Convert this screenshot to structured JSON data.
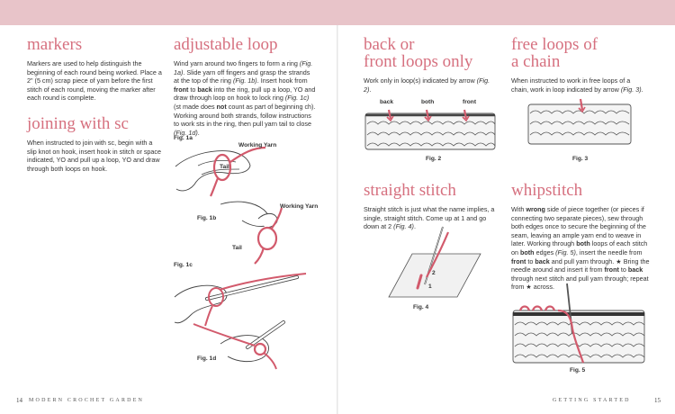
{
  "left_page": {
    "markers": {
      "title": "markers",
      "body": "Markers are used to help distinguish the beginning of each round being worked. Place a 2\" (5 cm) scrap piece of yarn before the first stitch of each round, moving the marker after each round is complete."
    },
    "joining": {
      "title": "joining with sc",
      "body": "When instructed to join with sc, begin with a slip knot on hook, insert hook in stitch or space indicated, YO and pull up a loop, YO and draw through both loops on hook."
    },
    "adjustable": {
      "title": "adjustable loop",
      "body_parts": [
        "Wind yarn around two fingers to form a ring ",
        "(Fig. 1a)",
        ". Slide yarn off fingers and grasp the strands at the top of the ring ",
        "(Fig. 1b)",
        ". Insert hook from ",
        "front",
        " to ",
        "back",
        " into the ring, pull up a loop, YO and draw through loop on hook to lock ring ",
        "(Fig. 1c)",
        " (st made does ",
        "not",
        " count as part of beginning ch). Working around both strands, follow instructions to work sts in the ring, then pull yarn tail to close ",
        "(Fig. 1d)",
        "."
      ],
      "fig1a": "Fig. 1a",
      "fig1b": "Fig. 1b",
      "fig1c": "Fig. 1c",
      "fig1d": "Fig. 1d",
      "working_yarn": "Working Yarn",
      "tail": "Tail"
    },
    "footer": {
      "page_number": "14",
      "running_head": "MODERN CROCHET GARDEN"
    }
  },
  "right_page": {
    "back_front": {
      "title_line1": "back or",
      "title_line2": "front loops only",
      "body_parts": [
        "Work only in loop(s) indicated by arrow ",
        "(Fig. 2)",
        "."
      ],
      "label_back": "back",
      "label_both": "both",
      "label_front": "front",
      "fig": "Fig. 2"
    },
    "free_loops": {
      "title_line1": "free loops of",
      "title_line2": "a chain",
      "body_parts": [
        "When instructed to work in free loops of a chain, work in loop indicated by arrow ",
        "(Fig. 3)",
        "."
      ],
      "fig": "Fig. 3"
    },
    "straight": {
      "title": "straight stitch",
      "body_parts": [
        "Straight stitch is just what the name implies, a single, straight stitch. Come up at 1 and go down at 2 ",
        "(Fig. 4)",
        "."
      ],
      "num1": "1",
      "num2": "2",
      "fig": "Fig. 4"
    },
    "whipstitch": {
      "title": "whipstitch",
      "body_parts": [
        "With ",
        "wrong",
        " side of piece together (or pieces if connecting two separate pieces), sew through both edges once to secure the beginning of the seam, leaving an ample yarn end to weave in later. Working through ",
        "both",
        " loops of each stitch on ",
        "both",
        " edges ",
        "(Fig. 5)",
        ", insert the needle from ",
        "front",
        " to ",
        "back",
        " and pull yarn through. ★ Bring the needle around and insert it from ",
        "front",
        " to ",
        "back",
        " through next stitch and pull yarn through; repeat from ★ across."
      ],
      "fig": "Fig. 5"
    },
    "footer": {
      "running_head": "GETTING STARTED",
      "page_number": "15"
    }
  },
  "colors": {
    "accent": "#d6707f",
    "band": "#e8c4c9",
    "yarn": "#d25a6c",
    "text": "#333333"
  }
}
